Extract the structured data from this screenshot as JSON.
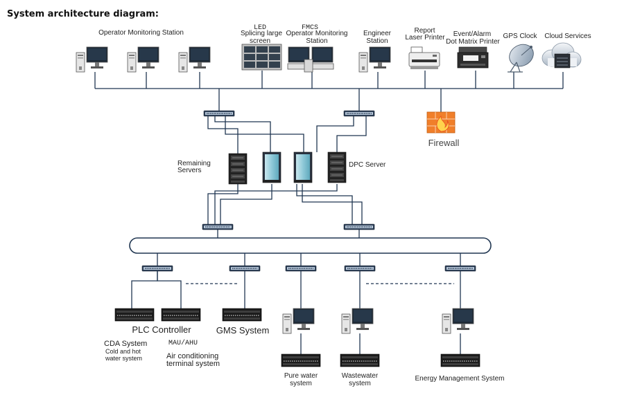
{
  "title": "System architecture diagram:",
  "top_labels": {
    "operator_monitoring_station": "Operator Monitoring Station",
    "led_line1": "LED",
    "led_line2": "Splicing large",
    "led_line3": "screen",
    "fmcs_line1": "FMCS",
    "fmcs_line2": "Operator Monitoring",
    "fmcs_line3": "Station",
    "engineer_line1": "Engineer",
    "engineer_line2": "Station",
    "report_line1": "Report",
    "report_line2": "Laser Printer",
    "event_line1": "Event/Alarm",
    "event_line2": "Dot Matrix Printer",
    "gps_clock": "GPS Clock",
    "cloud_services": "Cloud Services"
  },
  "middle_labels": {
    "firewall": "Firewall",
    "remaining_line1": "Remaining",
    "remaining_line2": "Servers",
    "dpc_server": "DPC Server"
  },
  "bottom_labels": {
    "plc_controller": "PLC Controller",
    "gms_system": "GMS System",
    "cda_line1": "CDA System",
    "cda_line2": "Cold and hot",
    "cda_line3": "water system",
    "mau_ahu": "MAU/AHU",
    "aircon_line1": "Air conditioning",
    "aircon_line2": "terminal system",
    "pure_line1": "Pure water",
    "pure_line2": "system",
    "waste_line1": "Wastewater",
    "waste_line2": "system",
    "energy": "Energy Management System"
  },
  "colors": {
    "line": "#1f3550",
    "firewall": "#f07f2a",
    "server_blue": "#8fc9d8"
  }
}
